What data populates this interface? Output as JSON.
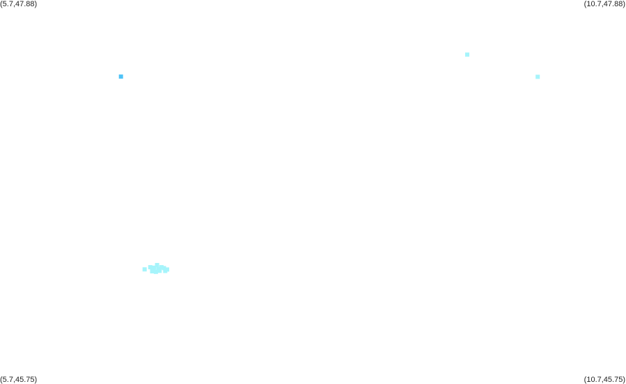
{
  "corner_labels": {
    "top_left": "(5.7,47.88)",
    "top_right": "(10.7,47.88)",
    "bottom_left": "(5.7,45.75)",
    "bottom_right": "(10.7,45.75)"
  },
  "bounds": {
    "lon_min": 5.7,
    "lon_max": 10.7,
    "lat_min": 45.75,
    "lat_max": 47.88
  },
  "colors": {
    "background": "#ffffff",
    "blue": "#4fc3f7",
    "cyan": "#a6f4fb"
  },
  "markers": [
    {
      "lon": 6.666,
      "lat": 47.455,
      "color": "blue"
    },
    {
      "lon": 9.432,
      "lat": 47.577,
      "color": "cyan"
    },
    {
      "lon": 9.995,
      "lat": 47.454,
      "color": "cyan"
    },
    {
      "lon": 6.855,
      "lat": 46.386,
      "color": "cyan"
    },
    {
      "lon": 6.9,
      "lat": 46.398,
      "color": "cyan"
    },
    {
      "lon": 6.93,
      "lat": 46.395,
      "color": "cyan"
    },
    {
      "lon": 6.955,
      "lat": 46.41,
      "color": "cyan"
    },
    {
      "lon": 6.99,
      "lat": 46.398,
      "color": "cyan"
    },
    {
      "lon": 7.01,
      "lat": 46.393,
      "color": "cyan"
    },
    {
      "lon": 7.035,
      "lat": 46.385,
      "color": "cyan"
    },
    {
      "lon": 6.915,
      "lat": 46.375,
      "color": "cyan"
    },
    {
      "lon": 6.945,
      "lat": 46.372,
      "color": "cyan"
    },
    {
      "lon": 6.975,
      "lat": 46.378,
      "color": "cyan"
    },
    {
      "lon": 7.02,
      "lat": 46.377,
      "color": "cyan"
    },
    {
      "lon": 6.925,
      "lat": 46.388,
      "color": "cyan"
    },
    {
      "lon": 6.965,
      "lat": 46.388,
      "color": "cyan"
    }
  ]
}
